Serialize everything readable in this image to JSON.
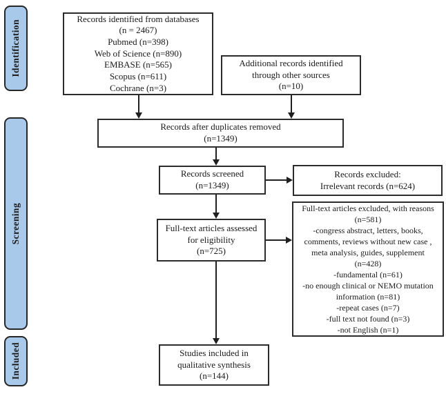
{
  "sidebar": {
    "items": [
      {
        "label": "Identification"
      },
      {
        "label": "Screening"
      },
      {
        "label": "Included"
      }
    ]
  },
  "boxes": {
    "identified": "Records identified from databases\n(n = 2467)\nPubmed (n=398)\nWeb of Science (n=890)\nEMBASE (n=565)\nScopus (n=611)\nCochrane (n=3)",
    "additional": "Additional records identified\nthrough other sources\n(n=10)",
    "duplicates_removed": "Records after duplicates removed\n(n=1349)",
    "screened": "Records screened\n(n=1349)",
    "records_excluded": "Records excluded:\nIrrelevant records (n=624)",
    "fulltext_assessed": "Full-text articles assessed\nfor eligibility\n(n=725)",
    "fulltext_excluded": "Full-text articles excluded, with reasons\n(n=581)\n-congress abstract, letters, books,\ncomments, reviews without new case ,\nmeta analysis, guides, supplement\n(n=428)\n-fundamental (n=61)\n-no enough clinical or NEMO mutation\ninformation (n=81)\n-repeat cases (n=7)\n-full text not found (n=3)\n-not English (n=1)",
    "included_studies": "Studies included in\nqualitative synthesis\n(n=144)"
  },
  "colors": {
    "stage_fill": "#a8c9e9",
    "line": "#1f1f1f",
    "box_border": "#2b2b2b",
    "background": "#ffffff"
  }
}
